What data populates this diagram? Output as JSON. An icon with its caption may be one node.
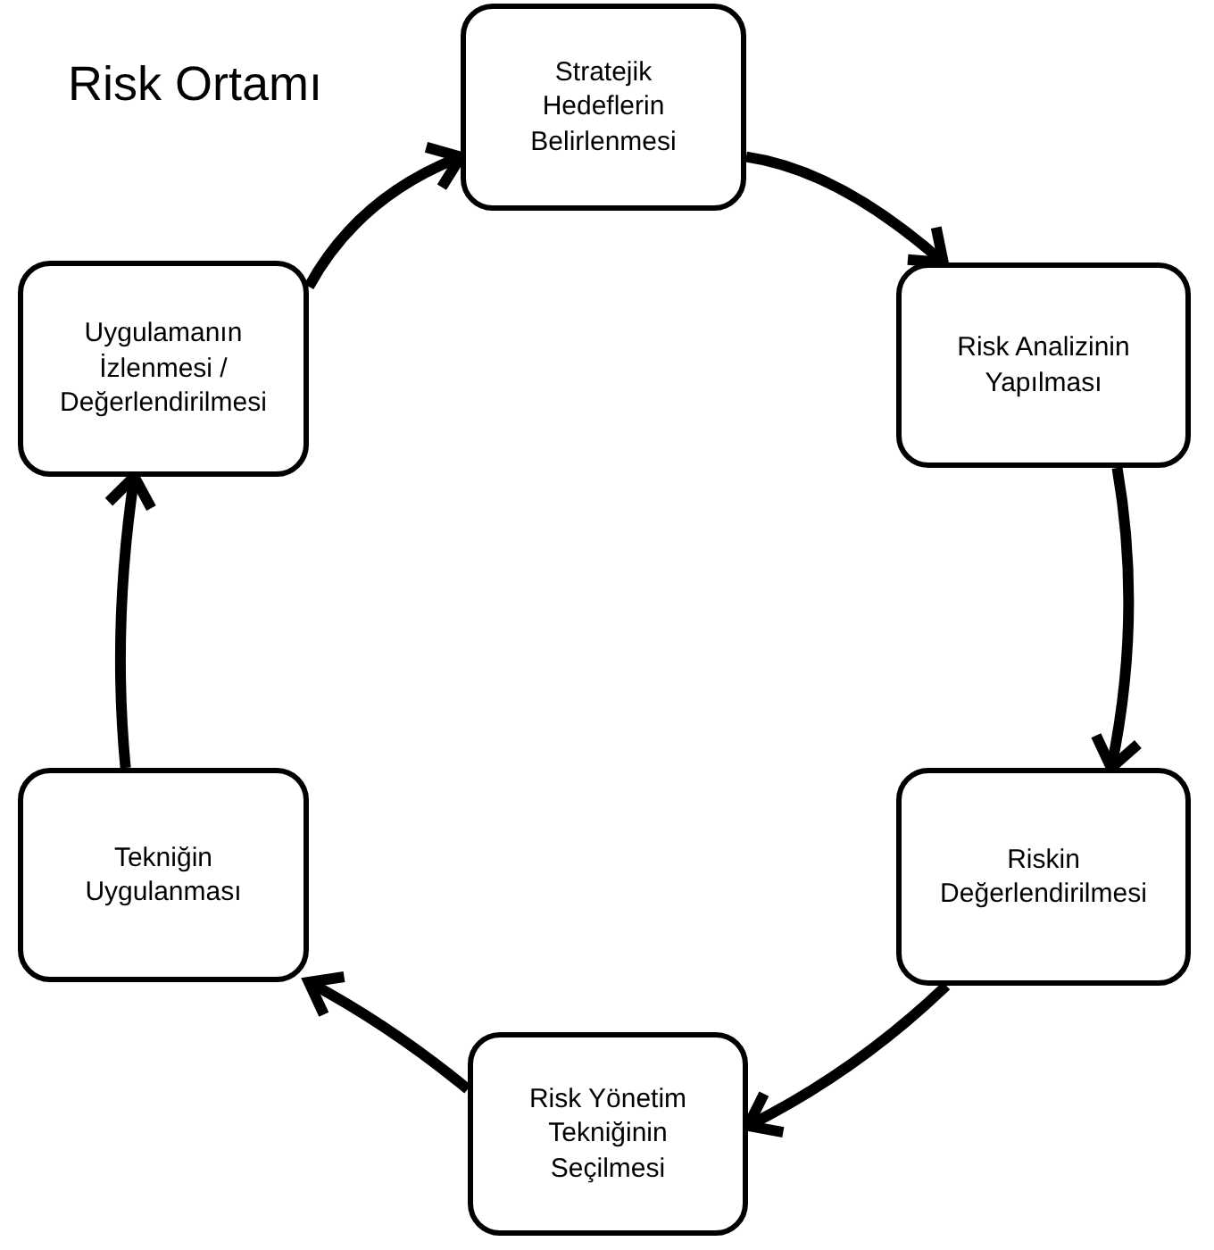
{
  "diagram": {
    "title": "Risk Ortamı",
    "nodes": [
      {
        "text": [
          "Stratejik Hedeflerin Belirlenmesi"
        ]
      },
      {
        "text": [
          "Risk Analizinin Yapılması"
        ]
      },
      {
        "text": [
          "Riskin Değerlendirilmesi"
        ]
      },
      {
        "text": [
          "Risk Yönetim Tekniğinin Seçilmesi"
        ]
      },
      {
        "text": [
          "Tekniğin Uygulanması"
        ]
      },
      {
        "text": [
          "Uygulamanın İzlenmesi / Değerlendirilmesi"
        ]
      }
    ],
    "edges": [
      {
        "from": 0,
        "to": 1,
        "arrow": "to"
      },
      {
        "from": 1,
        "to": 2,
        "arrow": "to"
      },
      {
        "from": 2,
        "to": 3,
        "arrow": "to"
      },
      {
        "from": 3,
        "to": 4,
        "arrow": "to"
      },
      {
        "from": 4,
        "to": 5,
        "arrow": "to"
      },
      {
        "from": 5,
        "to": 0,
        "arrow": "to"
      }
    ]
  }
}
